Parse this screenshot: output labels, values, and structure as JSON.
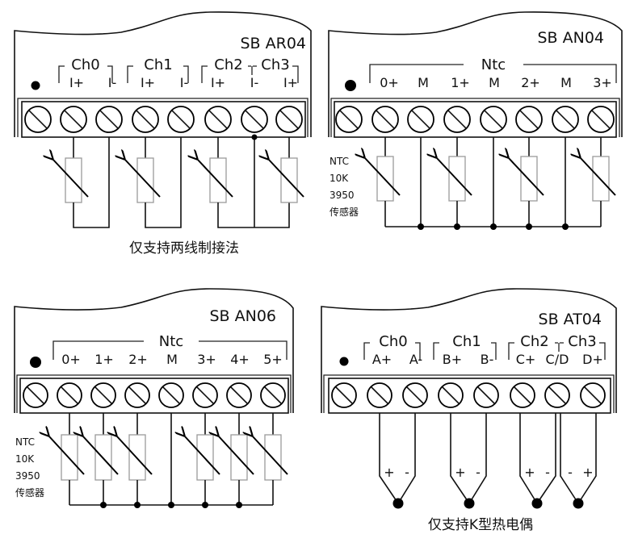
{
  "panels": [
    {
      "id": "sb-ar04",
      "model": "SB AR04",
      "group_labels": [
        "Ch0",
        "Ch1",
        "Ch2",
        "Ch3"
      ],
      "terminals": [
        "I+",
        "I-",
        "I+",
        "I-",
        "I+",
        "I-",
        "I+"
      ],
      "sensor": "2-wire RTD x4",
      "caption": "仅支持两线制接法"
    },
    {
      "id": "sb-an04",
      "model": "SB AN04",
      "group_labels": [
        "Ntc"
      ],
      "terminals": [
        "0+",
        "M",
        "1+",
        "M",
        "2+",
        "M",
        "3+"
      ],
      "sensor_note": [
        "NTC",
        "10K",
        "3950",
        "传感器"
      ]
    },
    {
      "id": "sb-an06",
      "model": "SB AN06",
      "group_labels": [
        "Ntc"
      ],
      "terminals": [
        "0+",
        "1+",
        "2+",
        "M",
        "3+",
        "4+",
        "5+"
      ],
      "sensor_note": [
        "NTC",
        "10K",
        "3950",
        "传感器"
      ]
    },
    {
      "id": "sb-at04",
      "model": "SB AT04",
      "group_labels": [
        "Ch0",
        "Ch1",
        "Ch2",
        "Ch3"
      ],
      "terminals": [
        "A+",
        "A-",
        "B+",
        "B-",
        "C+",
        "C/D",
        "D+"
      ],
      "thermocouple_polarity": [
        [
          "+",
          "-"
        ],
        [
          "+",
          "-"
        ],
        [
          "+",
          "-"
        ],
        [
          "-",
          "+"
        ]
      ],
      "caption": "仅支持K型热电偶"
    }
  ]
}
